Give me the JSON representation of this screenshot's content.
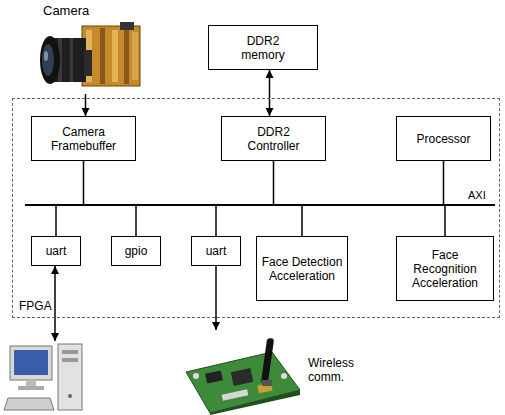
{
  "diagram": {
    "nodes": [
      {
        "text": [
          "Camera"
        ]
      },
      {
        "text": [
          "DDR2 memory"
        ]
      },
      {
        "text": [
          "FPGA"
        ]
      },
      {
        "text": [
          "Camera Framebuffer"
        ],
        "in": 2
      },
      {
        "text": [
          "DDR2 Controller"
        ],
        "in": 2
      },
      {
        "text": [
          "Processor"
        ],
        "in": 2
      },
      {
        "text": [
          "uart"
        ],
        "in": 2
      },
      {
        "text": [
          "gpio"
        ],
        "in": 2
      },
      {
        "text": [
          "uart"
        ],
        "in": 2
      },
      {
        "text": [
          "Face Detection Acceleration"
        ],
        "in": 2
      },
      {
        "text": [
          "Face Recognition Acceleration"
        ],
        "in": 2
      },
      {
        "text": [
          "Wireless comm."
        ]
      }
    ],
    "edges": [
      {
        "from": 0,
        "to": 3,
        "arrow": "to"
      },
      {
        "from": 1,
        "to": 4,
        "arrow": "both"
      },
      {
        "from": 8,
        "to": 11,
        "arrow": "to"
      }
    ],
    "labels": [
      "AXI"
    ]
  }
}
